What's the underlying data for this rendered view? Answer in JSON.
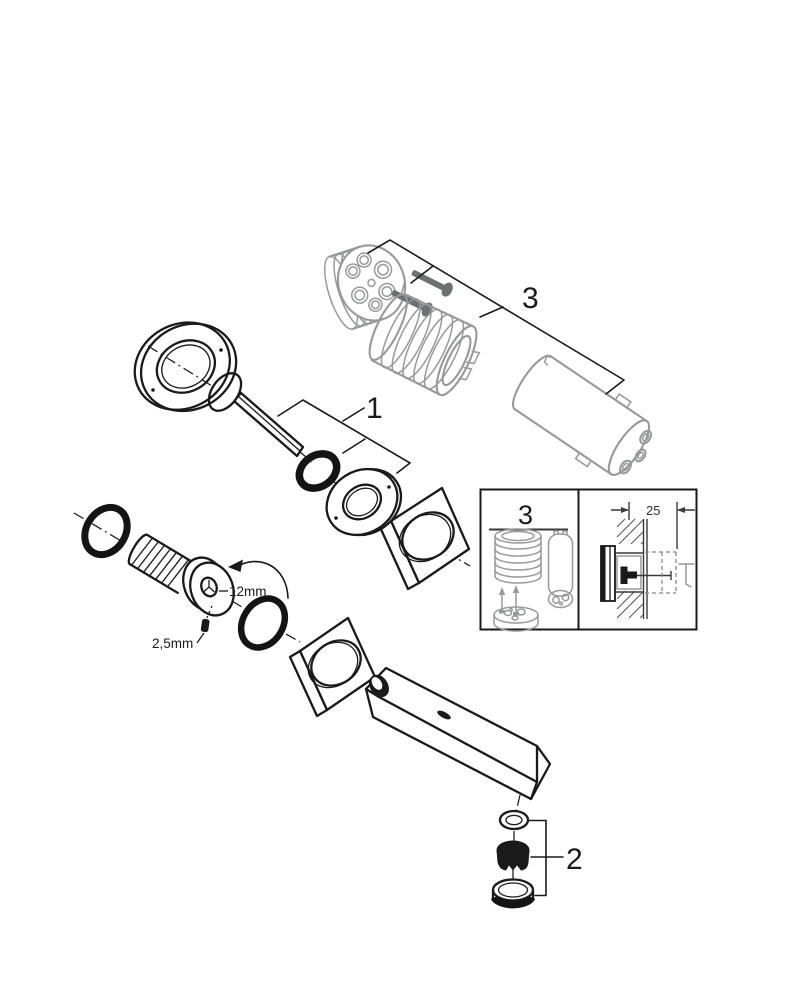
{
  "diagram": {
    "kind": "exploded-parts-diagram",
    "background": "#ffffff",
    "colors": {
      "primary_outline": "#1a1a1a",
      "secondary_outline": "#97999b",
      "screw_fill": "#6d7173"
    },
    "callouts": {
      "group1": "1",
      "group2": "2",
      "group3": "3"
    },
    "annotations": {
      "socket_size": "12mm",
      "allen_key_size": "2,5mm"
    },
    "inset": {
      "group_label": "3",
      "depth_dimension": "25"
    },
    "parts": [
      "trim-ring",
      "lever-pin",
      "o-ring-small",
      "round-escutcheon",
      "square-escutcheon-handle",
      "o-ring-large",
      "threaded-stud",
      "hex-bit",
      "o-ring-large-2",
      "square-escutcheon-spout",
      "spout",
      "washer",
      "aerator",
      "aerator-shell",
      "cartridge-cap",
      "fixing-screws",
      "threaded-sleeve",
      "cartridge",
      "installation-cross-section"
    ]
  }
}
